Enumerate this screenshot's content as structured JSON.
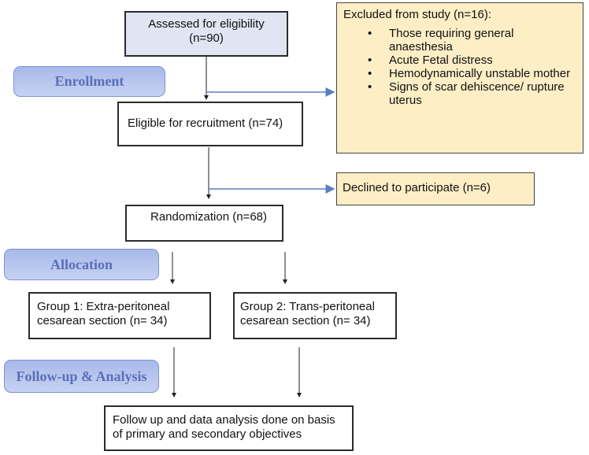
{
  "assessed": {
    "line1": "Assessed for eligibility",
    "line2": "(n=90)"
  },
  "excluded": {
    "title": "Excluded from study (n=16):",
    "items": [
      "Those requiring general anaesthesia",
      "Acute Fetal distress",
      "Hemodynamically unstable mother",
      "Signs of scar dehiscence/ rupture uterus"
    ]
  },
  "enrollment": "Enrollment",
  "eligible": "Eligible for recruitment (n=74)",
  "declined": "Declined to participate (n=6)",
  "randomization": "Randomization (n=68)",
  "allocation": "Allocation",
  "group1": {
    "line1": "Group 1:  Extra-peritoneal",
    "line2": "cesarean section (n= 34)"
  },
  "group2": {
    "line1": "Group 2: Trans-peritoneal",
    "line2": "cesarean section (n= 34)"
  },
  "followup_stage": "Follow-up & Analysis",
  "followup": {
    "line1": "Follow up and data analysis done on basis",
    "line2": "of primary and secondary objectives"
  },
  "colors": {
    "stage_fill": "#b7c5ef",
    "box_blue": "#dfe5f3",
    "box_yellow": "#fdeec6",
    "connector": "#5b7ec2"
  }
}
